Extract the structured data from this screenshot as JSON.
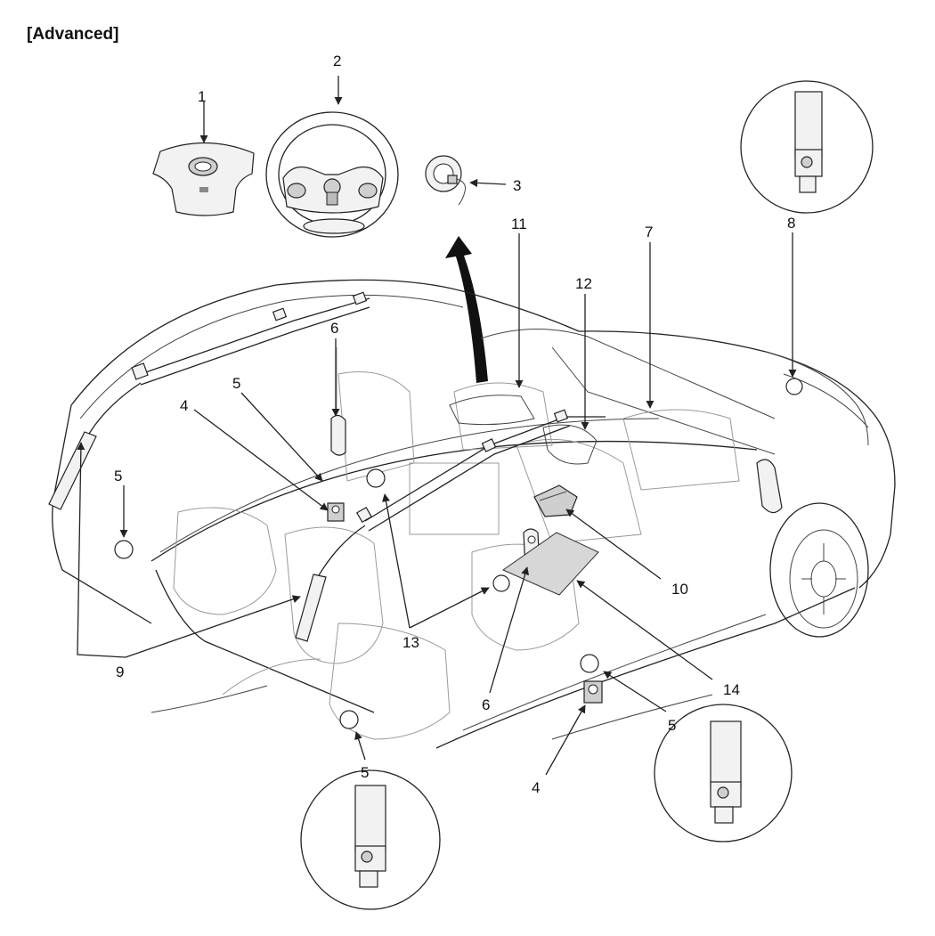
{
  "header": {
    "title": "[Advanced]"
  },
  "labels": {
    "l1": "1",
    "l2": "2",
    "l3": "3",
    "l4a": "4",
    "l4b": "4",
    "l5a": "5",
    "l5b": "5",
    "l5c": "5",
    "l5d": "5",
    "l6a": "6",
    "l6b": "6",
    "l7": "7",
    "l8": "8",
    "l9": "9",
    "l10": "10",
    "l11": "11",
    "l12": "12",
    "l13": "13",
    "l14": "14"
  }
}
